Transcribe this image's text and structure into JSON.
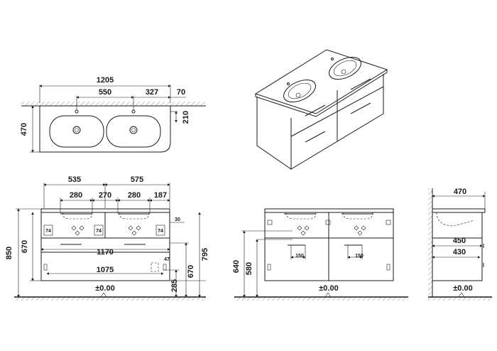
{
  "top_view": {
    "dims": {
      "total_width": "1205",
      "tap_spacing": "550",
      "tap_offset": "327",
      "wall_gap": "70",
      "tap_from_back": "210",
      "depth": "470"
    }
  },
  "front_view": {
    "dims": {
      "left_span": "535",
      "right_span": "575",
      "bowl_left": "280",
      "bowl_gap": "270",
      "bowl_right": "280",
      "edge_right": "187",
      "drawer_width": "1170",
      "lower_width": "1075",
      "height_total": "850",
      "height_body": "670",
      "height_top": "795",
      "height_drawer": "670",
      "height_leg": "285",
      "small_30": "30",
      "small_47": "47",
      "box_a": "74",
      "box_b": "74",
      "box_c": "74",
      "floor_label": "±0.00"
    }
  },
  "side_front_view": {
    "dims": {
      "height_a": "640",
      "height_b": "580",
      "handle_a": "150",
      "handle_b": "150",
      "floor_label": "±0.00"
    }
  },
  "side_view": {
    "dims": {
      "depth_total": "470",
      "depth_inner": "450",
      "depth_drawer": "430",
      "floor_label": "±0.00"
    }
  },
  "colors": {
    "ink": "#1a1a1a",
    "background": "#ffffff"
  }
}
